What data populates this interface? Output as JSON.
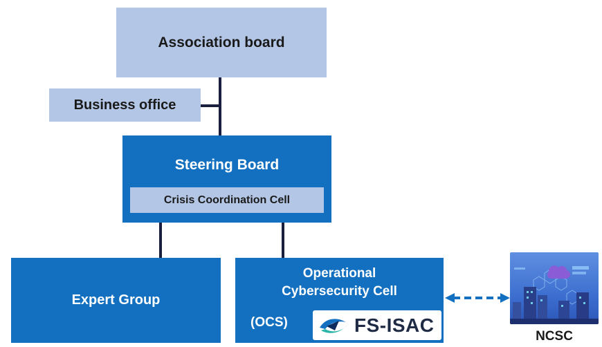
{
  "nodes": {
    "association_board": "Association board",
    "business_office": "Business office",
    "steering_board": "Steering Board",
    "crisis_coordination_cell": "Crisis Coordination Cell",
    "expert_group": "Expert Group",
    "ocs_line1": "Operational",
    "ocs_line2": "Cybersecurity Cell",
    "ocs_abbr": "(OCS)",
    "fsisac_logo_text": "FS-ISAC",
    "ncsc_label": "NCSC"
  },
  "colors": {
    "light_box": "#b3c6e6",
    "dark_box": "#1370c0",
    "connector": "#1b1f3f",
    "dashed_arrow": "#1370c0"
  },
  "icons": {
    "fsisac": "fs-isac-logo-icon",
    "ncsc": "ncsc-cyber-city-image"
  }
}
